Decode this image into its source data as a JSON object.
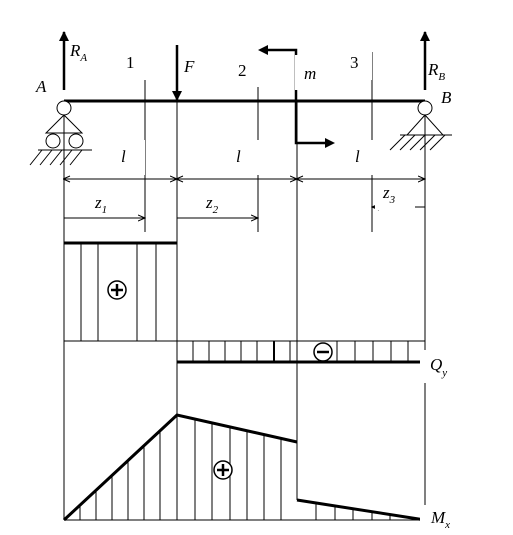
{
  "labels": {
    "RA": "R",
    "RA_sub": "A",
    "A": "A",
    "B": "B",
    "RB": "R",
    "RB_sub": "B",
    "F": "F",
    "m": "m",
    "sec1": "1",
    "sec2": "2",
    "sec3": "3",
    "l1": "l",
    "l2": "l",
    "l3": "l",
    "z1": "z",
    "z1_sub": "1",
    "z2": "z",
    "z2_sub": "2",
    "z3": "z",
    "z3_sub": "3",
    "Qy": "Q",
    "Qy_sub": "y",
    "Mx": "M",
    "Mx_sub": "x",
    "plus_q": "+",
    "minus_q": "−",
    "plus_m": "+"
  }
}
